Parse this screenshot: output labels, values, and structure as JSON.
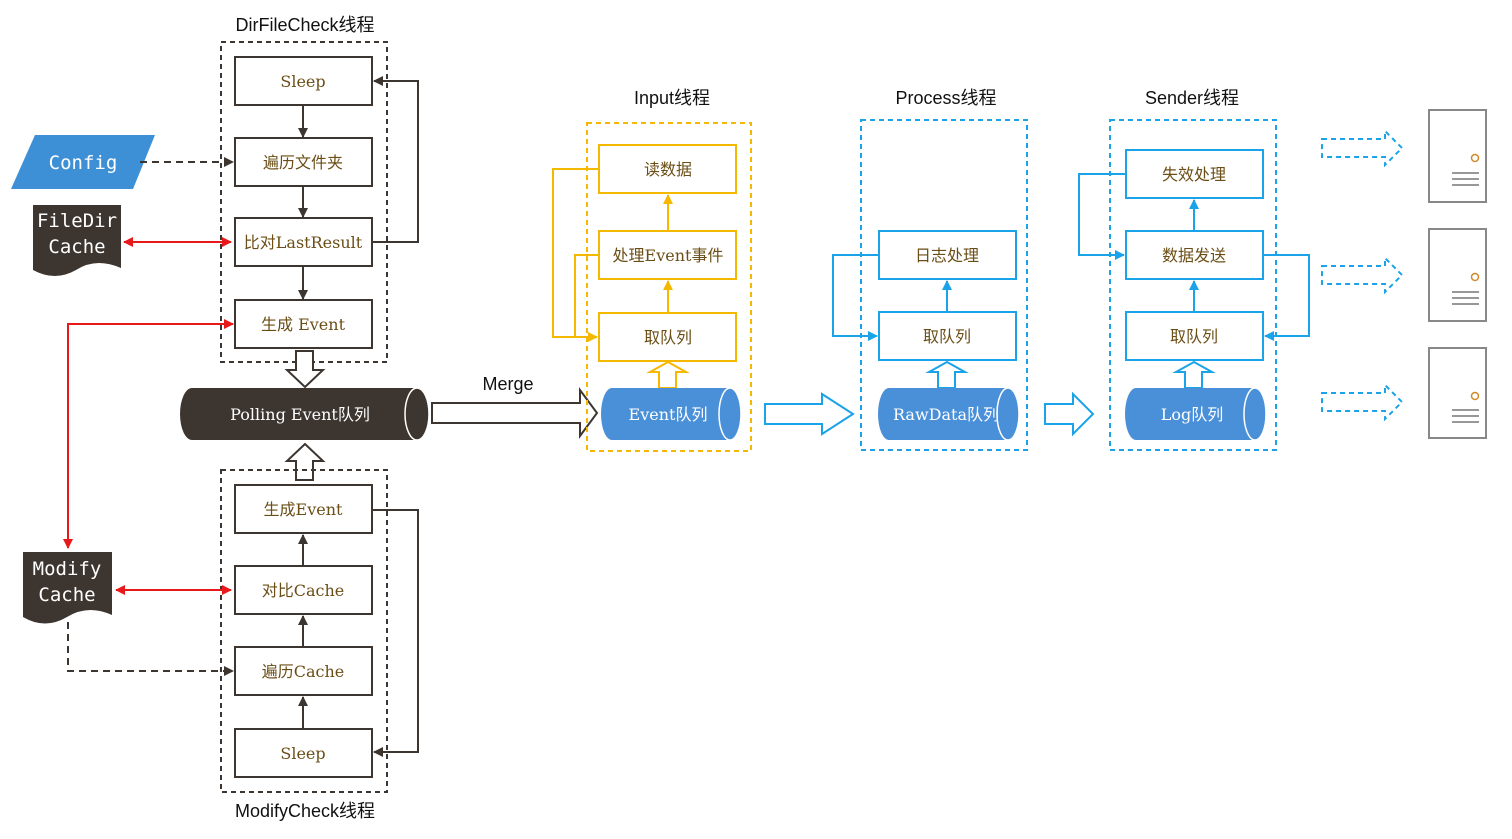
{
  "headings": {
    "dirfilecheck": "DirFileCheck线程",
    "modifycheck": "ModifyCheck线程",
    "input": "Input线程",
    "process": "Process线程",
    "sender": "Sender线程",
    "merge": "Merge"
  },
  "dirfilecheck_steps": [
    "Sleep",
    "遍历文件夹",
    "比对LastResult",
    "生成 Event"
  ],
  "modifycheck_steps": [
    "生成Event",
    "对比Cache",
    "遍历Cache",
    "Sleep"
  ],
  "side_nodes": {
    "config": "Config",
    "filedir_cache": [
      "FileDir",
      "Cache"
    ],
    "modify_cache": [
      "Modify",
      "Cache"
    ]
  },
  "polling_queue": "Polling Event队列",
  "input_steps": [
    "读数据",
    "处理Event事件",
    "取队列"
  ],
  "input_queue": "Event队列",
  "process_steps": [
    "日志处理",
    "取队列"
  ],
  "process_queue": "RawData队列",
  "sender_steps": [
    "失效处理",
    "数据发送",
    "取队列"
  ],
  "sender_queue": "Log队列",
  "servers": [
    {
      "icon": "server-icon"
    },
    {
      "icon": "server-icon"
    },
    {
      "icon": "server-icon"
    }
  ],
  "colors": {
    "dark": "#3d3530",
    "gold_text": "#6b4e16",
    "orange": "#f5b800",
    "blue": "#1aa3e8",
    "blue_fill": "#4a90d9",
    "red": "#e8191a",
    "config_fill": "#3d8fd6",
    "server_border": "#888888"
  }
}
